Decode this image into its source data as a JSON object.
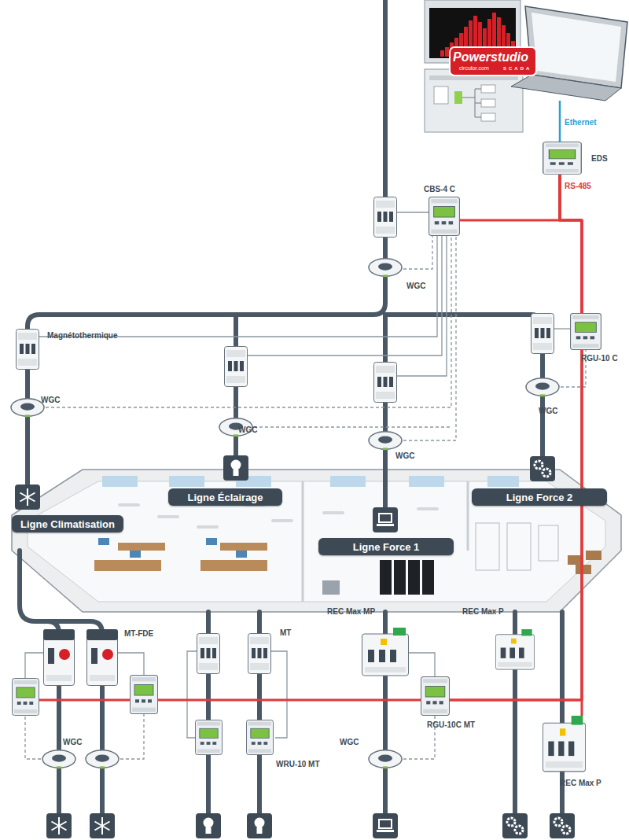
{
  "diagram": {
    "nodes": [
      {
        "text": [
          "Powerstudio",
          "circutor.com",
          "SCADA"
        ]
      },
      {
        "text": [
          "EDS"
        ]
      },
      {
        "text": [
          "CBS-4 C"
        ]
      },
      {
        "text": [
          "RGU-10 C"
        ]
      },
      {
        "text": [
          "Ligne Climatisation"
        ]
      },
      {
        "text": [
          "Ligne Éclairage"
        ]
      },
      {
        "text": [
          "Ligne Force 1"
        ]
      },
      {
        "text": [
          "Ligne Force 2"
        ]
      },
      {
        "text": [
          "MT-FDE"
        ]
      },
      {
        "text": [
          "MT"
        ]
      },
      {
        "text": [
          "REC Max MP"
        ]
      },
      {
        "text": [
          "REC Max P"
        ]
      },
      {
        "text": [
          "RGU-10C MT"
        ]
      },
      {
        "text": [
          "WRU-10 MT"
        ]
      },
      {
        "text": [
          "REC Max P"
        ]
      }
    ],
    "edges": [
      {
        "from": 0,
        "to": 1,
        "label": "Ethernet",
        "arrow": "none"
      },
      {
        "from": 1,
        "to": 2,
        "label": "RS-485",
        "arrow": "none"
      },
      {
        "from": 1,
        "to": 3,
        "arrow": "none"
      },
      {
        "from": 1,
        "to": 8,
        "arrow": "none"
      },
      {
        "from": 1,
        "to": 12,
        "arrow": "none"
      },
      {
        "from": 1,
        "to": 14,
        "arrow": "none"
      }
    ],
    "labels": [
      "WGC",
      "Magnétothermique",
      "WGC",
      "WGC",
      "WGC",
      "WGC",
      "WGC",
      "WGC"
    ]
  }
}
